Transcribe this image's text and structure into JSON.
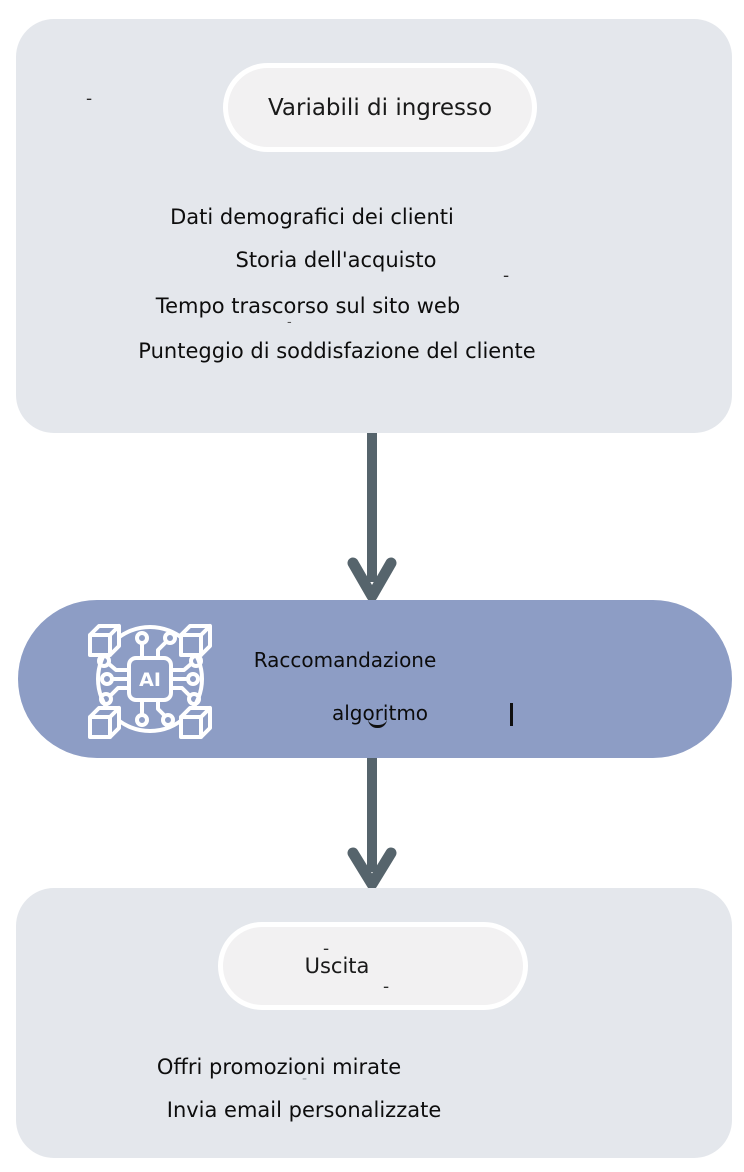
{
  "diagram": {
    "input_box": {
      "header": "Variabili di ingresso",
      "items": [
        "Dati demografici dei clienti",
        "Storia dell'acquisto",
        "Tempo trascorso sul sito web",
        "Punteggio di soddisfazione del cliente"
      ]
    },
    "process_box": {
      "line1": "Raccomandazione",
      "line2": "algoritmo",
      "icon": "ai-chip-network-icon",
      "icon_label": "AI"
    },
    "output_box": {
      "header": "Uscita",
      "items": [
        "Offri promozioni mirate",
        "Invia email personalizzate"
      ]
    },
    "artifacts": {
      "dash": "-",
      "cursor": "|"
    },
    "colors": {
      "box_gray": "#e4e7ec",
      "pill_fill": "#f2f1f2",
      "pill_border": "#ffffff",
      "process_blue": "#8d9dc5",
      "arrow_slate": "#56646c",
      "text_dark": "#111111"
    }
  }
}
